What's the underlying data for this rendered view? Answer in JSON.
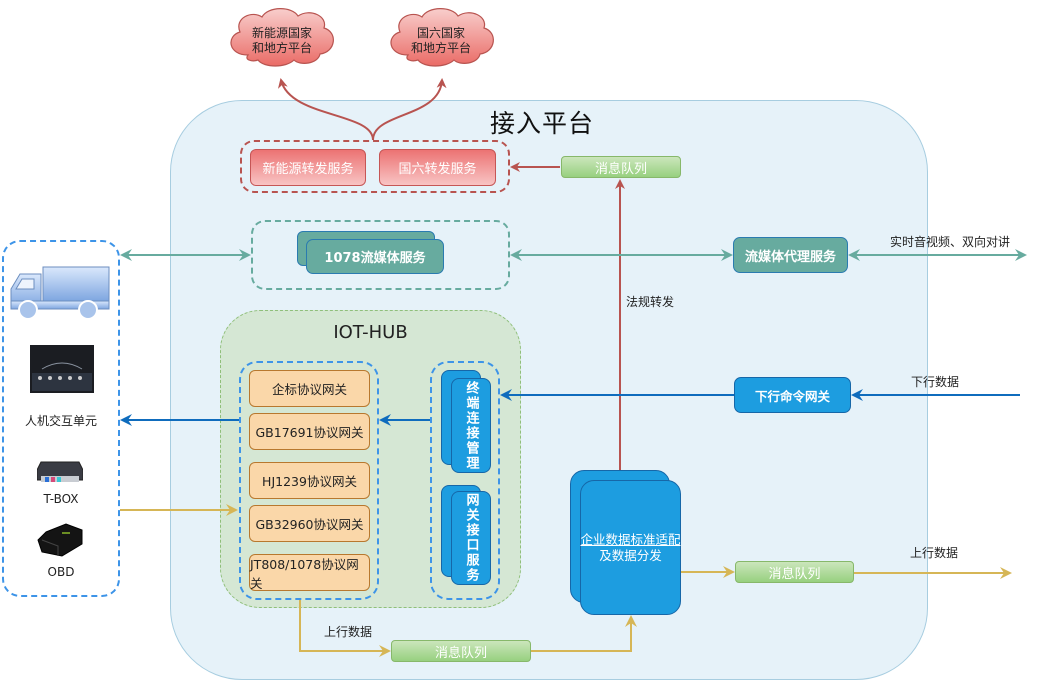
{
  "platform": {
    "title": "接入平台"
  },
  "clouds": [
    {
      "line1": "新能源国家",
      "line2": "和地方平台"
    },
    {
      "line1": "国六国家",
      "line2": "和地方平台"
    }
  ],
  "forward_services": [
    {
      "label": "新能源转发服务"
    },
    {
      "label": "国六转发服务"
    }
  ],
  "message_queues": [
    {
      "label": "消息队列"
    },
    {
      "label": "消息队列"
    },
    {
      "label": "消息队列"
    }
  ],
  "streaming": {
    "service_label": "1078流媒体服务",
    "proxy_label": "流媒体代理服务",
    "external_label": "实时音视频、双向对讲"
  },
  "regulation_label": "法规转发",
  "iothub": {
    "title": "IOT-HUB",
    "gateways": [
      {
        "label": "企标协议网关"
      },
      {
        "label": "GB17691协议网关"
      },
      {
        "label": "HJ1239协议网关"
      },
      {
        "label": "GB32960协议网关"
      },
      {
        "label": "JT808/1078协议网关"
      }
    ],
    "terminal_mgmt": "终端连接管理",
    "gateway_api": "网关接口服务"
  },
  "downlink": {
    "gateway_label": "下行命令网关",
    "data_label": "下行数据"
  },
  "uplink": {
    "data_label": "上行数据",
    "inner_data_label": "上行数据"
  },
  "enterprise": {
    "line1": "企业数据标准适配",
    "line2": "及数据分发"
  },
  "devices": [
    {
      "label": "",
      "icon": "truck-icon"
    },
    {
      "label": "人机交互单元",
      "icon": "hmi-screen-icon"
    },
    {
      "label": "T-BOX",
      "icon": "tbox-icon"
    },
    {
      "label": "OBD",
      "icon": "obd-icon"
    }
  ],
  "colors": {
    "red": "#b85450",
    "teal": "#67ab9f",
    "blue": "#1d9de0",
    "dark_blue": "#0f6cbd",
    "gold": "#d6b656",
    "green": "#97d077",
    "orange": "#fad7ac"
  }
}
